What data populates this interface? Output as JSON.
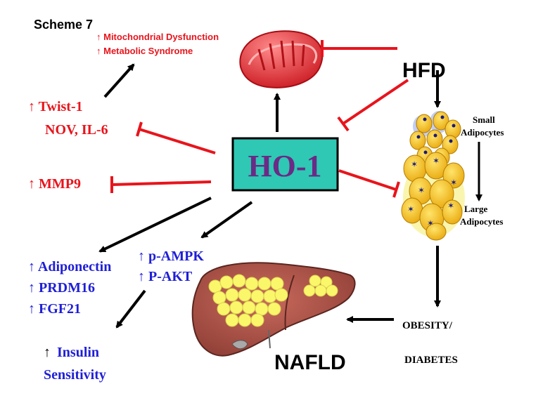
{
  "title": "Scheme 7",
  "top_effects": [
    "↑ Mitochondrial Dysfunction",
    "↑ Metabolic Syndrome"
  ],
  "left_red": {
    "twist": "↑ Twist-1",
    "nov": "NOV,  IL-6",
    "mmp9": "↑ MMP9"
  },
  "hfd": "HFD",
  "center": "HO-1",
  "adipocytes": {
    "small_line1": "Small",
    "small_line2": "Adipocytes",
    "large_line1": "Large",
    "large_line2": "Adipocytes"
  },
  "blue_left": [
    "↑ Adiponectin",
    "↑ PRDM16",
    "↑ FGF21"
  ],
  "blue_mid": [
    "↑ p-AMPK",
    "↑ P-AKT"
  ],
  "insulin": {
    "arrow": "↑",
    "line1": "Insulin",
    "line2": "Sensitivity"
  },
  "obesity": "OBESITY/",
  "diabetes": "DIABETES",
  "nafld": "NAFLD",
  "colors": {
    "red": "#e8141c",
    "blue": "#1f1fd6",
    "black": "#000000",
    "ho1_box": "#2ec8b4",
    "ho1_text": "#6b2a86",
    "fat_yellow": "#f6c21a"
  }
}
